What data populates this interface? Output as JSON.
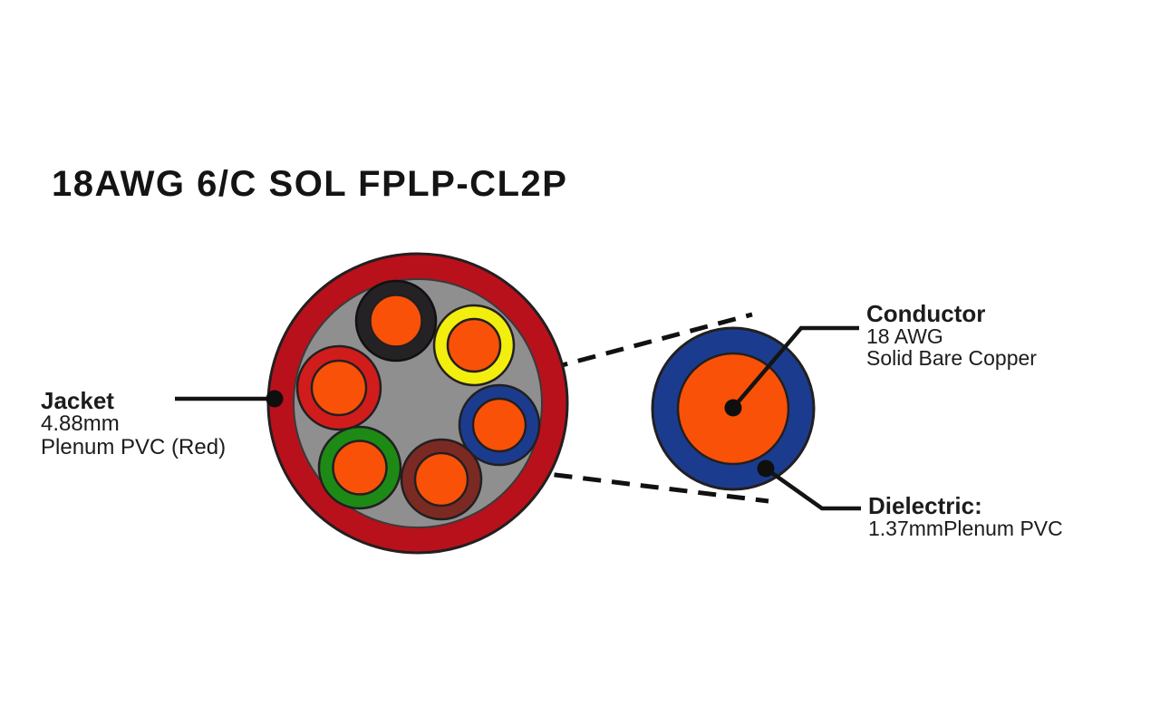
{
  "title": "18AWG 6/C SOL FPLP-CL2P",
  "labels": {
    "jacket": {
      "heading": "Jacket",
      "line1": "4.88mm",
      "line2": "Plenum PVC (Red)"
    },
    "conductor": {
      "heading": "Conductor",
      "line1": "18 AWG",
      "line2": "Solid Bare Copper"
    },
    "dielectric": {
      "heading": "Dielectric:",
      "line1": "1.37mmPlenum PVC"
    }
  },
  "colors": {
    "background": "#ffffff",
    "text": "#1c1c1c",
    "outline": "#231f20",
    "leader_line": "#141414",
    "jacket_red": "#b8111c",
    "interior_gray": "#8f8f8f",
    "copper_orange": "#f95108",
    "dielectric_blue": "#1b3c8e"
  },
  "conductors": [
    {
      "name": "black",
      "insulation": "#242224"
    },
    {
      "name": "yellow",
      "insulation": "#f2ee0e"
    },
    {
      "name": "red",
      "insulation": "#d01d1c"
    },
    {
      "name": "blue",
      "insulation": "#1b3c8e"
    },
    {
      "name": "green",
      "insulation": "#1d8a16"
    },
    {
      "name": "brown",
      "insulation": "#7b2a23"
    }
  ]
}
